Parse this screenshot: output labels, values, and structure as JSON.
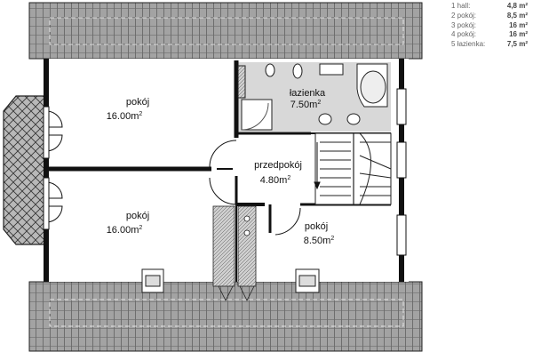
{
  "legend": {
    "items": [
      {
        "label": "1 hall:",
        "value": "4,8 m²"
      },
      {
        "label": "2 pokój:",
        "value": "8,5 m²"
      },
      {
        "label": "3 pokój:",
        "value": "16 m²"
      },
      {
        "label": "4 pokój:",
        "value": "16 m²"
      },
      {
        "label": "5 łazienka:",
        "value": "7,5 m²"
      }
    ]
  },
  "rooms": {
    "upper_left": {
      "name": "pokój",
      "area": "16.00m",
      "sup": "2"
    },
    "lower_left": {
      "name": "pokój",
      "area": "16.00m",
      "sup": "2"
    },
    "bathroom": {
      "name": "łazienka",
      "area": "7.50m",
      "sup": "2"
    },
    "hall": {
      "name": "przedpokój",
      "area": "4.80m",
      "sup": "2"
    },
    "small_room": {
      "name": "pokój",
      "area": "8.50m",
      "sup": "2"
    }
  },
  "colors": {
    "bathroom_fill": "#d8d8d8",
    "roof_fill": "#9c9c9c",
    "wall": "#111111",
    "balcony_fill": "#b5b5b5"
  }
}
